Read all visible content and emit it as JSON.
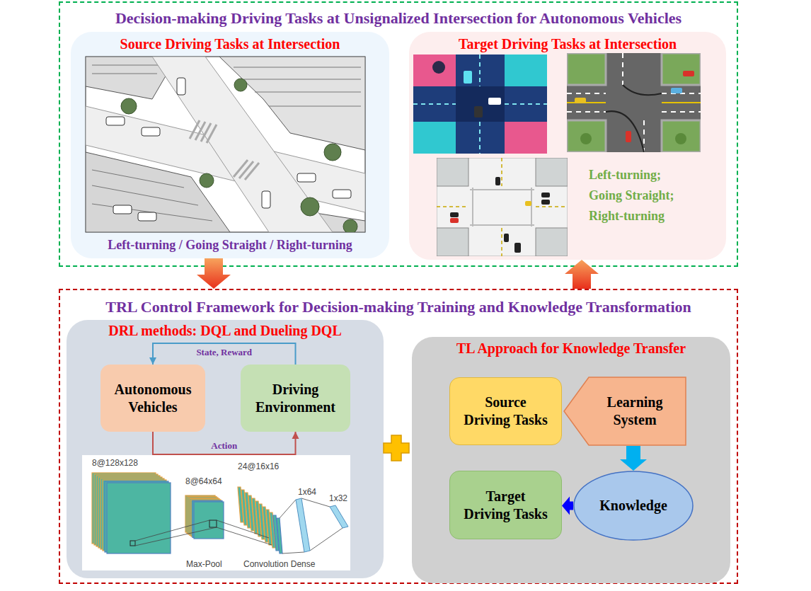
{
  "diagram": {
    "nodes": [
      {
        "text": [
          "Decision-making Driving Tasks at Unsignalized Intersection for Autonomous Vehicles"
        ]
      },
      {
        "text": [
          "Source Driving Tasks at Intersection",
          "Left-turning / Going Straight / Right-turning"
        ],
        "in": 0
      },
      {
        "text": [
          "Target Driving Tasks at Intersection",
          "Left-turning; Going Straight; Right-turning"
        ],
        "in": 0
      },
      {
        "text": [
          "TRL Control Framework for Decision-making Training and Knowledge Transformation"
        ]
      },
      {
        "text": [
          "DRL methods: DQL and Dueling DQL"
        ],
        "in": 3
      },
      {
        "text": [
          "Autonomous Vehicles"
        ],
        "in": 4
      },
      {
        "text": [
          "Driving Environment"
        ],
        "in": 4
      },
      {
        "text": [
          "TL Approach for Knowledge Transfer"
        ],
        "in": 3
      },
      {
        "text": [
          "Source Driving Tasks"
        ],
        "in": 7
      },
      {
        "text": [
          "Learning System"
        ],
        "in": 7
      },
      {
        "text": [
          "Target Driving Tasks"
        ],
        "in": 7
      },
      {
        "text": [
          "Knowledge"
        ],
        "in": 7
      }
    ],
    "edges": [
      {
        "from": 1,
        "to": 3,
        "arrow": "to"
      },
      {
        "from": 3,
        "to": 2,
        "arrow": "to"
      },
      {
        "from": 6,
        "to": 5,
        "label": "State, Reward",
        "arrow": "to"
      },
      {
        "from": 5,
        "to": 6,
        "label": "Action",
        "arrow": "to"
      },
      {
        "from": 9,
        "to": 11,
        "arrow": "to"
      },
      {
        "from": 11,
        "to": 10,
        "arrow": "to"
      }
    ],
    "labels": [
      "8@128x128",
      "8@64x64",
      "24@16x16",
      "1x64",
      "1x32",
      "Max-Pool",
      "Convolution Dense"
    ]
  }
}
